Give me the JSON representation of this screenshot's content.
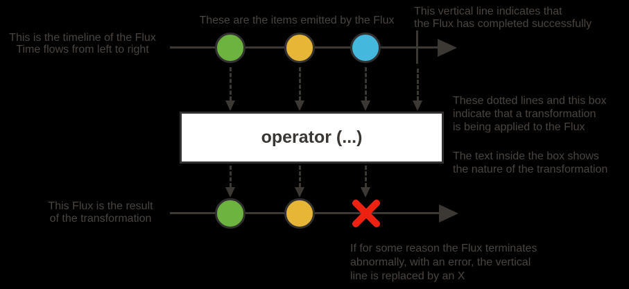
{
  "title": "Flux marble diagram",
  "colors": {
    "bg": "#000000",
    "text": "#4a4440",
    "line": "#3c3834",
    "stroke": "#323030",
    "box-bg": "#ffffff",
    "box-text": "#3a3633",
    "green": "#6db33f",
    "yellow": "#e8b636",
    "blue": "#45b8de",
    "red": "#ee2211"
  },
  "operator": {
    "label": "operator (...)"
  },
  "annotations": {
    "timeline_note": "This is the timeline of the Flux\nTime flows from left to right",
    "items_note": "These are the items emitted by the Flux",
    "complete_note": "This vertical line indicates that\nthe Flux has completed successfully",
    "transform_note": "These dotted lines and this box\nindicate that a transformation\nis being applied to the Flux",
    "box_text_note": "The text inside the box shows\nthe nature of the transformation",
    "result_note": "This Flux is the result\nof the transformation",
    "error_note": "If for some reason the Flux terminates\nabnormally, with an error, the vertical\nline is replaced by an X"
  },
  "diagram": {
    "source_flux": {
      "items": [
        "green",
        "yellow",
        "blue"
      ],
      "terminal": "complete"
    },
    "result_flux": {
      "items": [
        "green",
        "yellow"
      ],
      "terminal": "error"
    }
  }
}
